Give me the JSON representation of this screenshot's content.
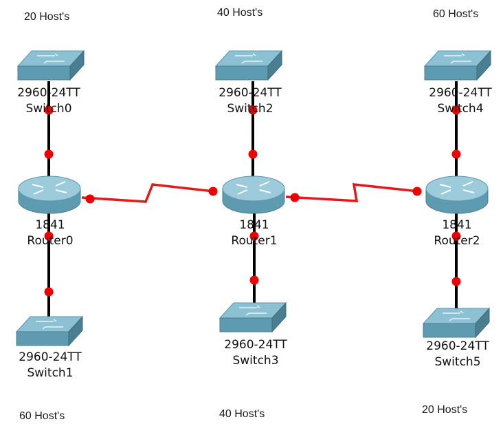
{
  "colors": {
    "link": "#e31a1a",
    "port": "#ee0000",
    "cable": "#000000",
    "device_face": "#7fb4c7",
    "device_dark": "#4a7f92"
  },
  "notes": {
    "top_left": "20 Host's",
    "top_center": "40 Host's",
    "top_right": "60 Host's",
    "bottom_left": "60 Host's",
    "bottom_center": "40 Host's",
    "bottom_right": "20 Host's"
  },
  "devices": {
    "switch0": {
      "model": "2960-24TT",
      "name": "Switch0",
      "icon": "switch-icon"
    },
    "switch2": {
      "model": "2960-24TT",
      "name": "Switch2",
      "icon": "switch-icon"
    },
    "switch4": {
      "model": "2960-24TT",
      "name": "Switch4",
      "icon": "switch-icon"
    },
    "router0": {
      "model": "1841",
      "name": "Router0",
      "icon": "router-icon"
    },
    "router1": {
      "model": "1841",
      "name": "Router1",
      "icon": "router-icon"
    },
    "router2": {
      "model": "1841",
      "name": "Router2",
      "icon": "router-icon"
    },
    "switch1": {
      "model": "2960-24TT",
      "name": "Switch1",
      "icon": "switch-icon"
    },
    "switch3": {
      "model": "2960-24TT",
      "name": "Switch3",
      "icon": "switch-icon"
    },
    "switch5": {
      "model": "2960-24TT",
      "name": "Switch5",
      "icon": "switch-icon"
    }
  },
  "links": [
    {
      "from": "switch0",
      "to": "router0",
      "type": "ethernet"
    },
    {
      "from": "router0",
      "to": "switch1",
      "type": "ethernet"
    },
    {
      "from": "switch2",
      "to": "router1",
      "type": "ethernet"
    },
    {
      "from": "router1",
      "to": "switch3",
      "type": "ethernet"
    },
    {
      "from": "switch4",
      "to": "router2",
      "type": "ethernet"
    },
    {
      "from": "router2",
      "to": "switch5",
      "type": "ethernet"
    },
    {
      "from": "router0",
      "to": "router1",
      "type": "serial"
    },
    {
      "from": "router1",
      "to": "router2",
      "type": "serial"
    }
  ]
}
